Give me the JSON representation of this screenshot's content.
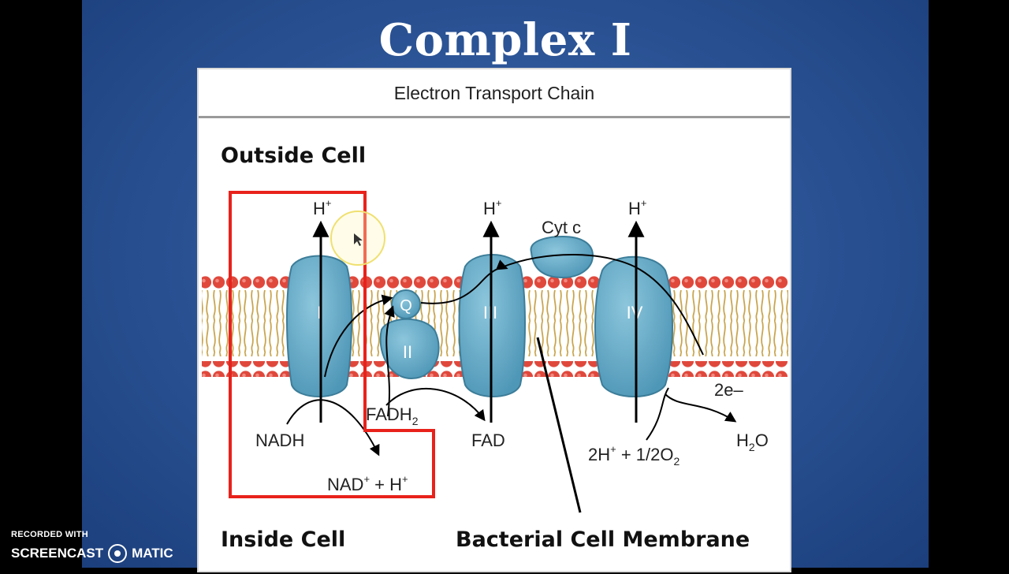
{
  "slide": {
    "title": "Complex I"
  },
  "figure": {
    "header": "Electron Transport Chain",
    "outside_label": "Outside Cell",
    "inside_label": "Inside Cell",
    "membrane_label": "Bacterial Cell Membrane",
    "complexes": [
      "I",
      "II",
      "III",
      "IV"
    ],
    "carriers": {
      "q": "Q",
      "cytc": "Cyt c"
    },
    "proton": {
      "base": "H",
      "sup": "+"
    },
    "labels": {
      "nadh": "NADH",
      "nad_base": "NAD",
      "nad_sup": "+",
      "nad_plus": " + H",
      "nad_plus_sup": "+",
      "fadh_base": "FADH",
      "fadh_sub": "2",
      "fad": "FAD",
      "two_e": "2e–",
      "o2_lead": "2H",
      "o2_sup": "+",
      "o2_mid": " + 1/2O",
      "o2_sub": "2",
      "water_base": "H",
      "water_sub": "2",
      "water_end": "O"
    },
    "colors": {
      "protein": "#6fb0cc",
      "protein_edge": "#3c7d99",
      "lipid_head": "#e0483c",
      "lipid_tail": "#c9a54f",
      "highlight_box": "#e8221b"
    }
  },
  "watermark": {
    "line1": "RECORDED WITH",
    "line2a": "SCREENCAST",
    "line2b": "MATIC"
  }
}
